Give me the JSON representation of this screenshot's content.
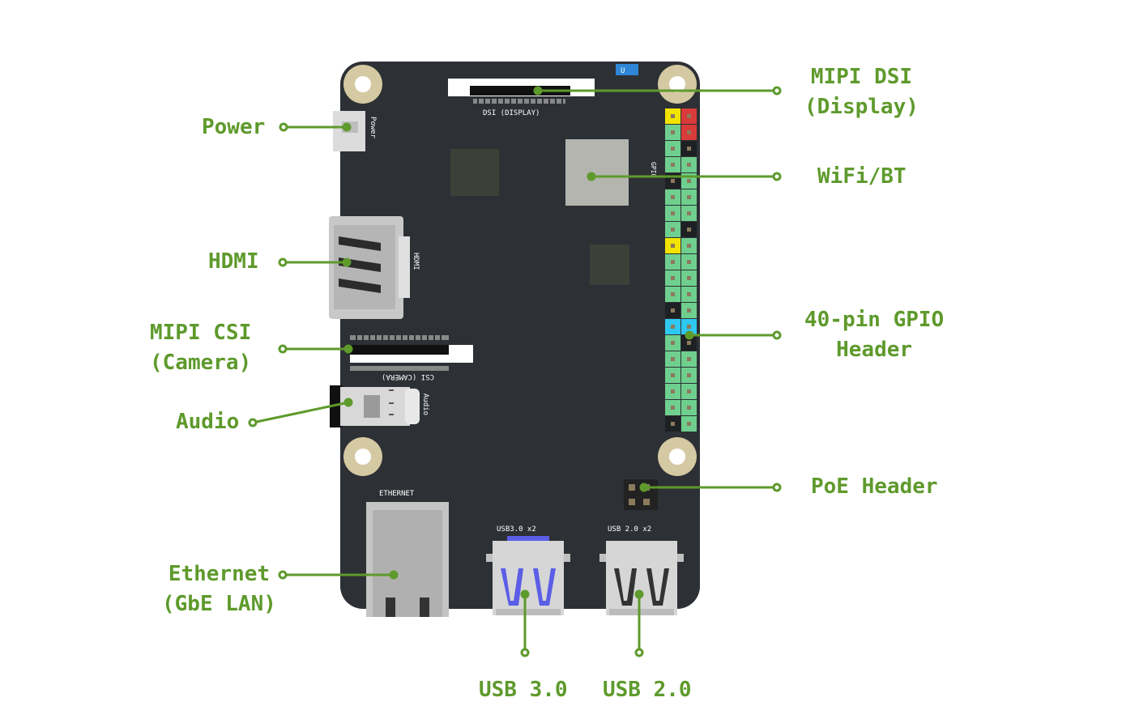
{
  "top_caption": "",
  "board_silkscreen": {
    "dsi": "DSI (DISPLAY)",
    "csi": "CSI (CAMERA)",
    "power": "Power",
    "hdmi": "HDMI",
    "audio": "Audio",
    "gpio": "GPIO",
    "ethernet": "ETHERNET",
    "usb3": "USB3.0 x2",
    "usb2": "USB 2.0 x2"
  },
  "callouts": {
    "power": [
      "Power"
    ],
    "hdmi": [
      "HDMI"
    ],
    "csi": [
      "MIPI CSI",
      "(Camera)"
    ],
    "audio": [
      "Audio"
    ],
    "ethernet": [
      "Ethernet",
      "(GbE LAN)"
    ],
    "dsi": [
      "MIPI DSI",
      "(Display)"
    ],
    "wifi": [
      "WiFi/BT"
    ],
    "gpio": [
      "40-pin GPIO",
      "Header"
    ],
    "poe": [
      "PoE Header"
    ],
    "usb3": [
      "USB 3.0"
    ],
    "usb2": [
      "USB 2.0"
    ]
  },
  "colors": {
    "board": "#2d3035",
    "callout": "#5e9a2c",
    "mount_hole": "#d4c9a2",
    "gpio_green": "#6fcf8e",
    "gpio_yellow": "#f2e400",
    "gpio_red": "#d93a3a",
    "gpio_cyan": "#2ec8f0",
    "usb3_blue": "#5b5ee6"
  }
}
